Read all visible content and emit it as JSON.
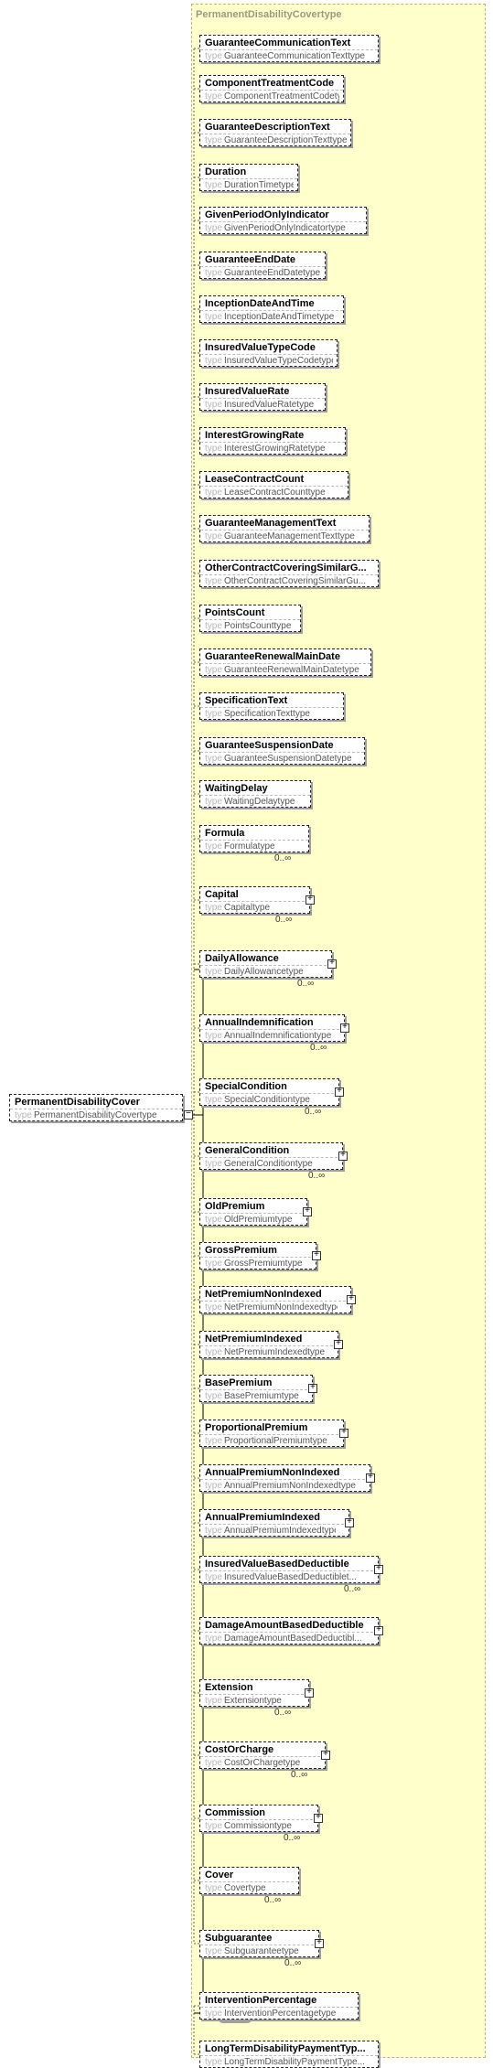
{
  "diagram": {
    "type_prefix": "type",
    "complex_type": {
      "title": "PermanentDisabilityCovertype"
    },
    "root": {
      "name": "PermanentDisabilityCover",
      "type": "PermanentDisabilityCovertype"
    },
    "sequence1": [
      {
        "name": "GuaranteeCommunicationText",
        "type": "GuaranteeCommunicationTexttype",
        "children": false,
        "occurs": ""
      },
      {
        "name": "ComponentTreatmentCode",
        "type": "ComponentTreatmentCodetype",
        "children": false,
        "occurs": ""
      },
      {
        "name": "GuaranteeDescriptionText",
        "type": "GuaranteeDescriptionTexttype",
        "children": false,
        "occurs": ""
      },
      {
        "name": "Duration",
        "type": "DurationTimetype",
        "children": false,
        "occurs": ""
      },
      {
        "name": "GivenPeriodOnlyIndicator",
        "type": "GivenPeriodOnlyIndicatortype",
        "children": false,
        "occurs": ""
      },
      {
        "name": "GuaranteeEndDate",
        "type": "GuaranteeEndDatetype",
        "children": false,
        "occurs": ""
      },
      {
        "name": "InceptionDateAndTime",
        "type": "InceptionDateAndTimetype",
        "children": false,
        "occurs": ""
      },
      {
        "name": "InsuredValueTypeCode",
        "type": "InsuredValueTypeCodetype",
        "children": false,
        "occurs": ""
      },
      {
        "name": "InsuredValueRate",
        "type": "InsuredValueRatetype",
        "children": false,
        "occurs": ""
      },
      {
        "name": "InterestGrowingRate",
        "type": "InterestGrowingRatetype",
        "children": false,
        "occurs": ""
      },
      {
        "name": "LeaseContractCount",
        "type": "LeaseContractCounttype",
        "children": false,
        "occurs": ""
      },
      {
        "name": "GuaranteeManagementText",
        "type": "GuaranteeManagementTexttype",
        "children": false,
        "occurs": ""
      },
      {
        "name": "OtherContractCoveringSimilarG...",
        "type": "OtherContractCoveringSimilarGu...",
        "children": false,
        "occurs": ""
      },
      {
        "name": "PointsCount",
        "type": "PointsCounttype",
        "children": false,
        "occurs": ""
      },
      {
        "name": "GuaranteeRenewalMainDate",
        "type": "GuaranteeRenewalMainDatetype",
        "children": false,
        "occurs": ""
      },
      {
        "name": "SpecificationText",
        "type": "SpecificationTexttype",
        "children": false,
        "occurs": ""
      },
      {
        "name": "GuaranteeSuspensionDate",
        "type": "GuaranteeSuspensionDatetype",
        "children": false,
        "occurs": ""
      },
      {
        "name": "WaitingDelay",
        "type": "WaitingDelaytype",
        "children": false,
        "occurs": ""
      },
      {
        "name": "Formula",
        "type": "Formulatype",
        "children": false,
        "occurs": "0..∞"
      },
      {
        "name": "Capital",
        "type": "Capitaltype",
        "children": true,
        "occurs": "0..∞"
      },
      {
        "name": "DailyAllowance",
        "type": "DailyAllowancetype",
        "children": true,
        "occurs": "0..∞"
      },
      {
        "name": "AnnualIndemnification",
        "type": "AnnualIndemnificationtype",
        "children": true,
        "occurs": "0..∞"
      },
      {
        "name": "SpecialCondition",
        "type": "SpecialConditiontype",
        "children": true,
        "occurs": "0..∞"
      },
      {
        "name": "GeneralCondition",
        "type": "GeneralConditiontype",
        "children": true,
        "occurs": "0..∞"
      },
      {
        "name": "OldPremium",
        "type": "OldPremiumtype",
        "children": true,
        "occurs": ""
      },
      {
        "name": "GrossPremium",
        "type": "GrossPremiumtype",
        "children": true,
        "occurs": ""
      },
      {
        "name": "NetPremiumNonIndexed",
        "type": "NetPremiumNonIndexedtype",
        "children": true,
        "occurs": ""
      },
      {
        "name": "NetPremiumIndexed",
        "type": "NetPremiumIndexedtype",
        "children": true,
        "occurs": ""
      },
      {
        "name": "BasePremium",
        "type": "BasePremiumtype",
        "children": true,
        "occurs": ""
      },
      {
        "name": "ProportionalPremium",
        "type": "ProportionalPremiumtype",
        "children": true,
        "occurs": ""
      },
      {
        "name": "AnnualPremiumNonIndexed",
        "type": "AnnualPremiumNonIndexedtype",
        "children": true,
        "occurs": ""
      },
      {
        "name": "AnnualPremiumIndexed",
        "type": "AnnualPremiumIndexedtype",
        "children": true,
        "occurs": ""
      },
      {
        "name": "InsuredValueBasedDeductible",
        "type": "InsuredValueBasedDeductiblet...",
        "children": true,
        "occurs": "0..∞"
      },
      {
        "name": "DamageAmountBasedDeductible",
        "type": "DamageAmountBasedDeductibl...",
        "children": true,
        "occurs": ""
      },
      {
        "name": "Extension",
        "type": "Extensiontype",
        "children": true,
        "occurs": "0..∞"
      },
      {
        "name": "CostOrCharge",
        "type": "CostOrChargetype",
        "children": true,
        "occurs": "0..∞"
      },
      {
        "name": "Commission",
        "type": "Commissiontype",
        "children": true,
        "occurs": "0..∞"
      },
      {
        "name": "Cover",
        "type": "Covertype",
        "children": false,
        "occurs": "0..∞"
      },
      {
        "name": "Subguarantee",
        "type": "Subguaranteetype",
        "children": true,
        "occurs": "0..∞"
      }
    ],
    "sequence2": [
      {
        "name": "InterventionPercentage",
        "type": "InterventionPercentagetype",
        "children": false,
        "occurs": ""
      },
      {
        "name": "LongTermDisabilityPaymentTyp...",
        "type": "LongTermDisabilityPaymentType...",
        "children": false,
        "occurs": ""
      }
    ]
  }
}
